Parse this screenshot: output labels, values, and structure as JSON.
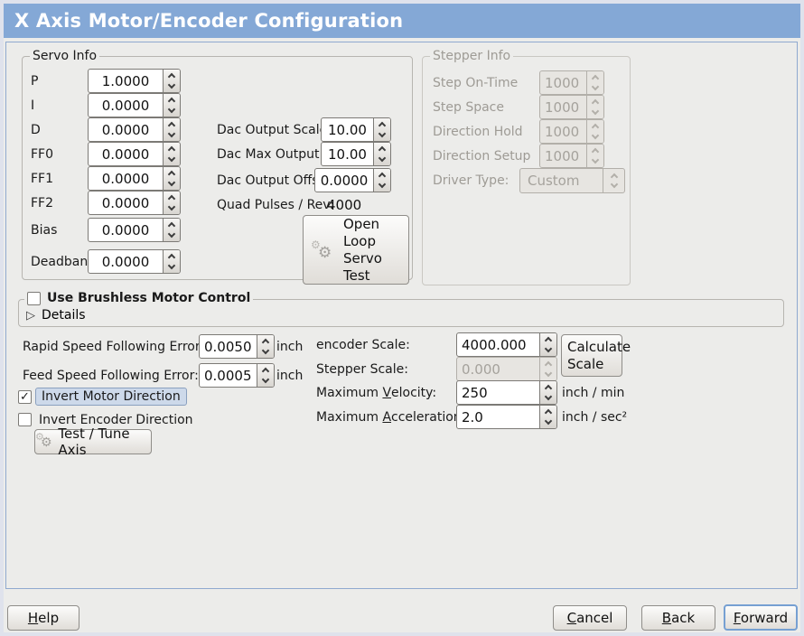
{
  "title": "X Axis Motor/Encoder Configuration",
  "servo_info": {
    "legend": "Servo Info",
    "params": [
      {
        "label": "P",
        "value": "1.0000"
      },
      {
        "label": "I",
        "value": "0.0000"
      },
      {
        "label": "D",
        "value": "0.0000"
      },
      {
        "label": "FF0",
        "value": "0.0000"
      },
      {
        "label": "FF1",
        "value": "0.0000"
      },
      {
        "label": "FF2",
        "value": "0.0000"
      },
      {
        "label": "Bias",
        "value": "0.0000"
      },
      {
        "label": "Deadband",
        "value": "0.0000"
      }
    ],
    "dac_rows": [
      {
        "label": "Dac Output Scale:",
        "value": "10.00"
      },
      {
        "label": "Dac Max Output:",
        "value": "10.00"
      },
      {
        "label": "Dac Output Offset:",
        "value": "0.0000"
      }
    ],
    "quad_pulses": {
      "label": "Quad Pulses / Rev:",
      "value": "4000"
    },
    "open_loop_lines": [
      "Open",
      "Loop",
      "Servo",
      "Test"
    ]
  },
  "stepper_info": {
    "legend": "Stepper Info",
    "params": [
      {
        "label": "Step On-Time",
        "value": "1000"
      },
      {
        "label": "Step Space",
        "value": "1000"
      },
      {
        "label": "Direction Hold",
        "value": "1000"
      },
      {
        "label": "Direction Setup",
        "value": "1000"
      }
    ],
    "driver_type": {
      "label": "Driver Type:",
      "value": "Custom"
    }
  },
  "brushless": {
    "label": "Use Brushless Motor Control",
    "details": "Details"
  },
  "following_error": {
    "rapid": {
      "label": "Rapid Speed Following Error:",
      "value": "0.0050",
      "unit": "inch"
    },
    "feed": {
      "label": "Feed Speed Following Error:",
      "value": "0.0005",
      "unit": "inch"
    }
  },
  "scales": {
    "encoder": {
      "label": "encoder Scale:",
      "value": "4000.000"
    },
    "calculate_lines": [
      "Calculate",
      "Scale"
    ],
    "stepper": {
      "label": "Stepper Scale:",
      "value": "0.000"
    },
    "velocity": {
      "pre": "Maximum ",
      "key": "V",
      "post": "elocity:",
      "value": "250",
      "unit": "inch / min"
    },
    "acceleration": {
      "pre": "Maximum ",
      "key": "A",
      "post": "cceleration:",
      "value": "2.0",
      "unit": "inch / sec²"
    }
  },
  "invert": {
    "motor": "Invert Motor Direction",
    "encoder": "Invert Encoder Direction"
  },
  "test_tune": "Test / Tune Axis",
  "footer": {
    "help": {
      "key": "H",
      "post": "elp"
    },
    "cancel": {
      "key": "C",
      "post": "ancel"
    },
    "back": {
      "key": "B",
      "post": "ack"
    },
    "forward": {
      "key": "F",
      "post": "orward"
    }
  },
  "colors": {
    "titlebar": "#84a8d6",
    "window_bg": "#ececea",
    "content_frame_border": "#8fa9cf",
    "selection_highlight": "#cdd9ea"
  }
}
